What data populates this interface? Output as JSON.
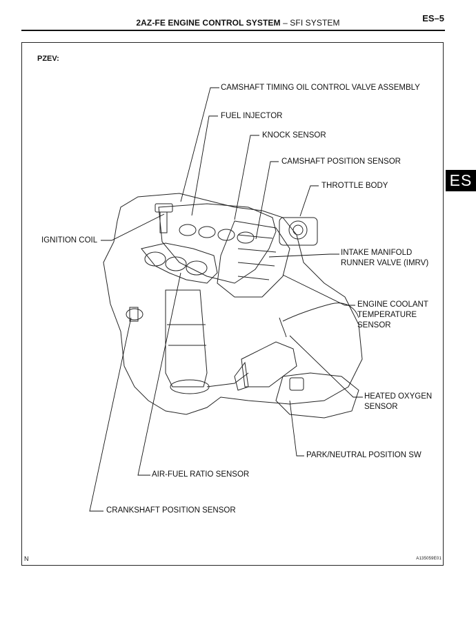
{
  "header": {
    "title_main": "2AZ-FE ENGINE CONTROL SYSTEM",
    "title_sep": "–",
    "title_sub": "SFI SYSTEM",
    "page_number": "ES–5"
  },
  "section_tab": "ES",
  "figure": {
    "variant_label": "PZEV:",
    "callouts": {
      "camshaft_timing_ocv": "CAMSHAFT TIMING OIL CONTROL VALVE ASSEMBLY",
      "fuel_injector": "FUEL INJECTOR",
      "knock_sensor": "KNOCK SENSOR",
      "camshaft_position_sensor": "CAMSHAFT POSITION SENSOR",
      "throttle_body": "THROTTLE BODY",
      "ignition_coil": "IGNITION COIL",
      "imrv_line1": "INTAKE MANIFOLD",
      "imrv_line2": "RUNNER VALVE (IMRV)",
      "ect_line1": "ENGINE COOLANT",
      "ect_line2": "TEMPERATURE",
      "ect_line3": "SENSOR",
      "ho2_line1": "HEATED OXYGEN",
      "ho2_line2": "SENSOR",
      "park_neutral": "PARK/NEUTRAL POSITION SW",
      "af_sensor": "AIR-FUEL RATIO SENSOR",
      "crankshaft_position_sensor": "CRANKSHAFT POSITION SENSOR"
    },
    "corner_mark": "N",
    "figure_code": "A135059E01"
  }
}
